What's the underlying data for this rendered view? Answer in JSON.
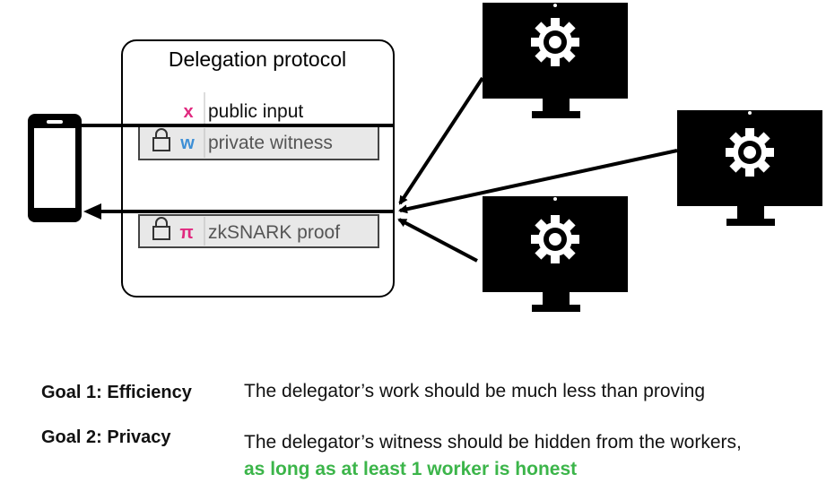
{
  "protocol": {
    "title": "Delegation protocol",
    "rows": [
      {
        "symbol": "x",
        "label": "public input",
        "symbol_color": "#e0297f",
        "locked": false
      },
      {
        "symbol": "w",
        "label": "private witness",
        "symbol_color": "#3d8fd6",
        "locked": true
      },
      {
        "symbol": "π",
        "label": "zkSNARK proof",
        "symbol_color": "#e0297f",
        "locked": true
      }
    ]
  },
  "goals": [
    {
      "label": "Goal 1: Efficiency",
      "text": "The delegator’s work should be much less than proving",
      "text_highlight": ""
    },
    {
      "label": "Goal 2: Privacy",
      "text": "The delegator’s witness should be hidden from the workers, ",
      "text_highlight": "as long as at least 1 worker is honest"
    }
  ],
  "colors": {
    "highlight": "#3cb54a",
    "row_fill": "#e8e8e8"
  }
}
